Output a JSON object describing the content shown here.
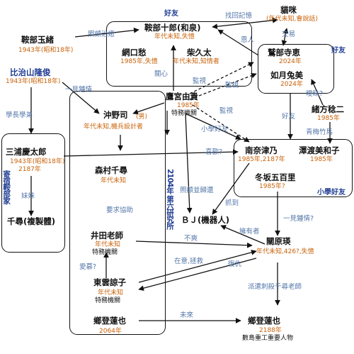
{
  "groups": {
    "top_box": "好友",
    "right_top_box": "好友",
    "right_box": "小學好友",
    "lab_box": "2104年 第六研究所",
    "left_box": "寄宿鞍部家"
  },
  "nodes": {
    "kurama_juro": {
      "name": "鞍部十郎(和泉)",
      "sub": "年代未知,失憶"
    },
    "kurama_gyokusho": {
      "name": "鞍部玉緒",
      "sub": "1943年(昭和18年)"
    },
    "maneki": {
      "name": "貓咪",
      "sub": "(年代未知,會說話)"
    },
    "amiguchi": {
      "name": "網口愁",
      "sub": "1985年,失憶"
    },
    "shiba_kyuta": {
      "name": "柴久太",
      "sub": "年代未知,知情者"
    },
    "kaidou": {
      "name": "鷲部寺恵",
      "sub": "2024年"
    },
    "kisaragi": {
      "name": "如月兔美",
      "sub": "2024年"
    },
    "hijiyama": {
      "name": "比治山隆俊",
      "sub": "1943年(昭和18年)"
    },
    "takamiya": {
      "name": "鷹宮由貴",
      "sub": "1985年",
      "sub2": "特務機關"
    },
    "okino": {
      "name": "沖野司",
      "tag": "(男)",
      "sub": "年代未知,機兵設計者"
    },
    "ogata": {
      "name": "緒方稔二",
      "sub": "1985年"
    },
    "miura": {
      "name": "三浦慶太郎",
      "sub": "1943年(昭和18年)",
      "sub2": "2187年"
    },
    "minami": {
      "name": "南奈津乃",
      "sub": "1985年,2187年"
    },
    "sawatari": {
      "name": "澤渡美和子",
      "sub": "1985年"
    },
    "morimura": {
      "name": "森村千尋",
      "sub": "年代未知"
    },
    "fuyusaka": {
      "name": "冬坂五百里",
      "sub": "1985年?"
    },
    "chihiro_clone": {
      "name": "千尋(複製體)"
    },
    "bj": {
      "name": "ＢＪ(機器人)"
    },
    "ida": {
      "name": "井田老師",
      "sub": "年代未知",
      "sub2": "特務機關"
    },
    "seki": {
      "name": "關原瑛",
      "sub": "年代未知,426?,失憶"
    },
    "shinonome": {
      "name": "東雲諒子",
      "sub": "年代未知",
      "sub2": "特務機關"
    },
    "gouto_2064": {
      "name": "鄉登蓮也",
      "sub": "2064年"
    },
    "gouto_2188": {
      "name": "鄉登蓮也",
      "sub": "2188年",
      "sub2": "數島重工重要人物"
    }
  },
  "relations": {
    "zhaogu_zhiyu": "照顧治癒",
    "zhaohui_jiyi": "找回記憶",
    "jiaoyi": "交易",
    "enren": "恩人",
    "haoyou_right": "好友",
    "yijian_zhongqing_left": "一見鍾情",
    "guanxin": "關心",
    "jianshi_1": "監視",
    "jianshi_2": "監視",
    "jianshi_3": "監視",
    "aimei": "曖昧?",
    "xuezhang_xuedi": "學長學弟",
    "xiaoxue_haoyou": "小學好友",
    "haoyou_mid": "好友",
    "qingmei_zhuma": "青梅竹馬",
    "xihuan": "喜歡?",
    "meimei": "妹妹",
    "yaoqiu_xiezhu": "要求協助",
    "zhaogu_bing_guihuan": "照顧並歸還",
    "zhuadao": "抓到",
    "yijian_zhongqing_right": "一見鍾情?",
    "yongyouzhe": "擁有者",
    "bulai": "不爽",
    "aimu": "愛慕?",
    "zaiyi_zhengjiu": "在意,拯救",
    "fuchou": "復仇",
    "paiqian_cisha": "派遣刺殺千尋老師",
    "weilai": "未來"
  }
}
